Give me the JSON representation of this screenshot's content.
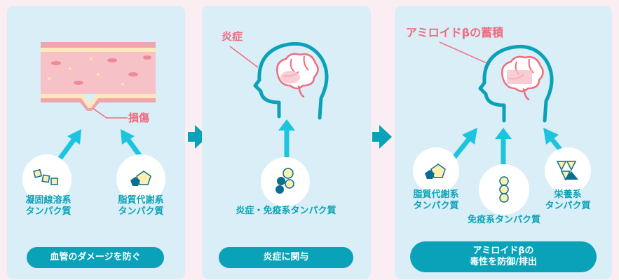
{
  "panel1": {
    "damage_label": "損傷",
    "protein_left": [
      "凝固線溶系",
      "タンパク質"
    ],
    "protein_right": [
      "脂質代謝系",
      "タンパク質"
    ],
    "caption": "血管のダメージを防ぐ"
  },
  "panel2": {
    "annotation": "炎症",
    "protein": "炎症・免疫系タンパク質",
    "caption": "炎症に関与"
  },
  "panel3": {
    "annotation": "アミロイドβの蓄積",
    "protein_left": [
      "脂質代謝系",
      "タンパク質"
    ],
    "protein_center": "免疫系タンパク質",
    "protein_right": [
      "栄養系",
      "タンパク質"
    ],
    "caption": [
      "アミロイドβの",
      "毒性を防御/排出"
    ]
  },
  "colors": {
    "panel_bg": "#d9eef6",
    "accent_teal": "#0aa2b8",
    "arrow_blue": "#1cc4e0",
    "pink": "#ee6d7f",
    "yellow": "#f5e08a",
    "navy": "#0a6e91"
  }
}
